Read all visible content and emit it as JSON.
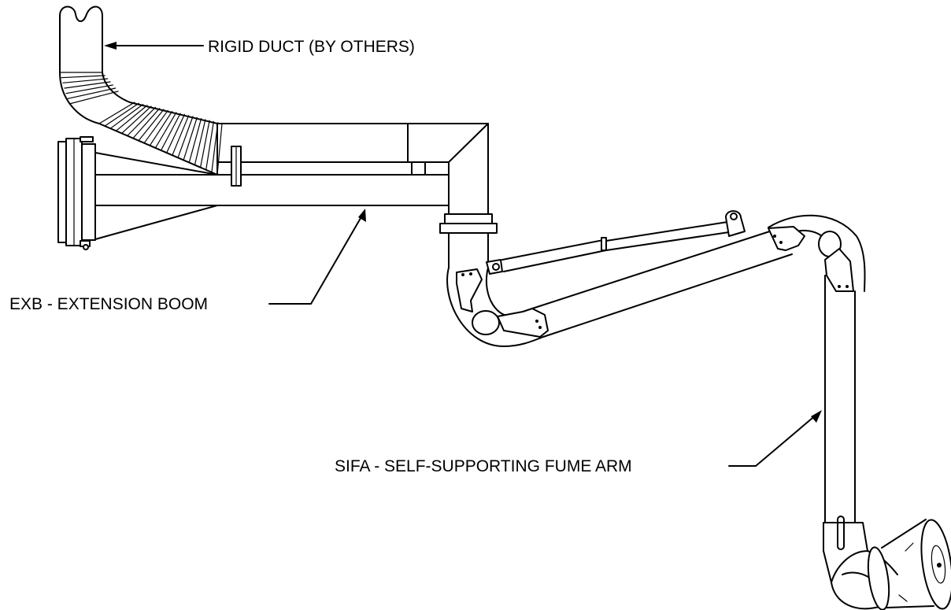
{
  "labels": {
    "rigid_duct": "RIGID DUCT (BY OTHERS)",
    "extension_boom": "EXB - EXTENSION BOOM",
    "fume_arm": "SIFA - SELF-SUPPORTING FUME ARM"
  },
  "colors": {
    "line": "#000000",
    "background": "#ffffff"
  }
}
